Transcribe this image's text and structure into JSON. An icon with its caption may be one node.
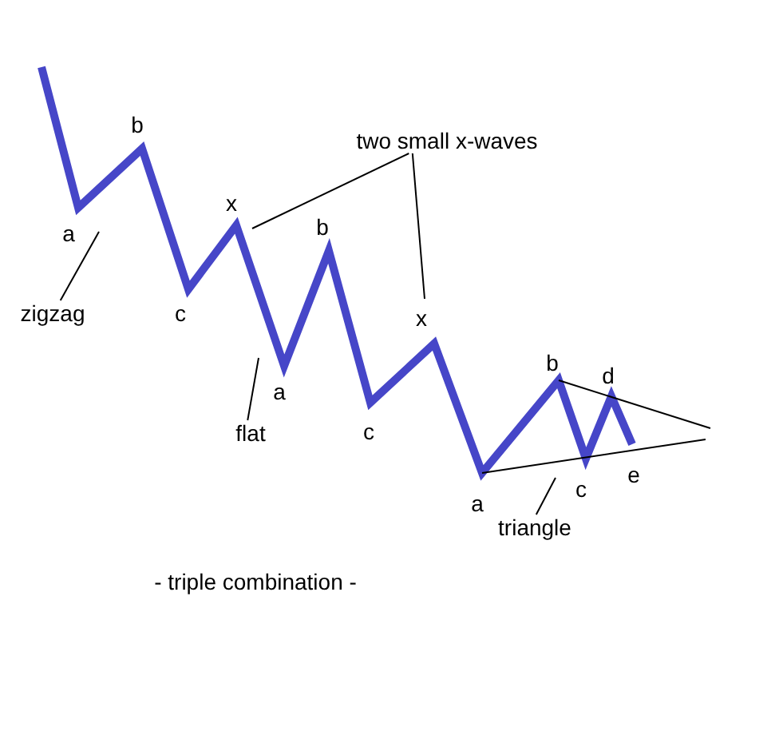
{
  "diagram": {
    "caption": "- triple combination -",
    "nodes": [
      {
        "text": [
          "two small x-waves"
        ]
      },
      {
        "text": [
          "zigzag"
        ]
      },
      {
        "text": [
          "flat"
        ]
      },
      {
        "text": [
          "triangle"
        ]
      }
    ],
    "edges": [
      {
        "from": 0,
        "to": null,
        "arrow": "none"
      },
      {
        "from": 0,
        "to": null,
        "arrow": "none"
      },
      {
        "from": 1,
        "to": null,
        "arrow": "none"
      },
      {
        "from": 2,
        "to": null,
        "arrow": "none"
      },
      {
        "from": 3,
        "to": null,
        "arrow": "none"
      }
    ],
    "labels": [
      "a",
      "b",
      "c",
      "x",
      "a",
      "b",
      "c",
      "x",
      "a",
      "b",
      "c",
      "d",
      "e"
    ]
  }
}
